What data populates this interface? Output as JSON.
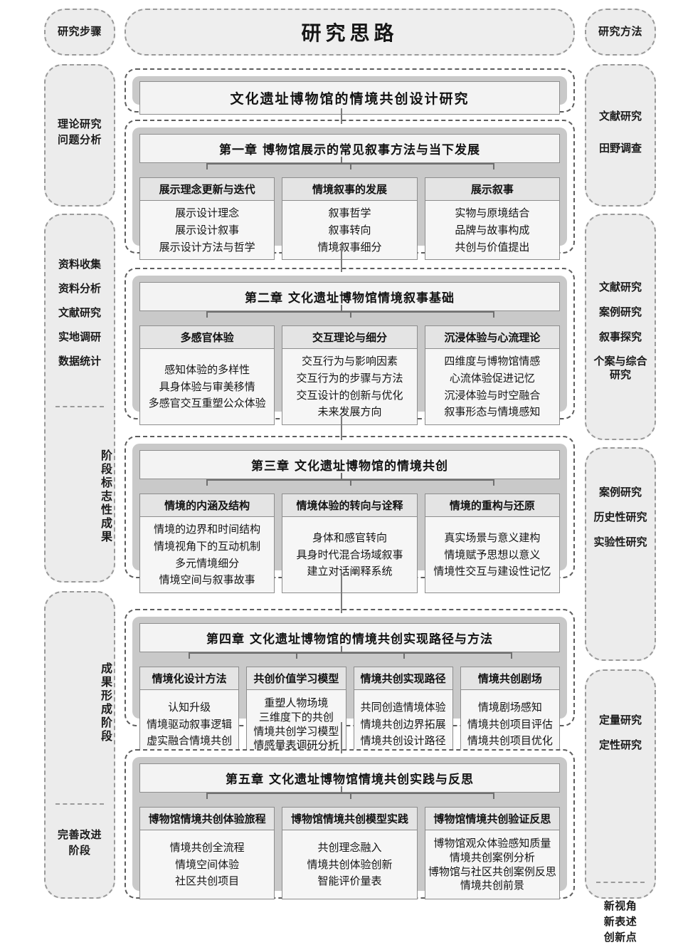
{
  "header": {
    "left_label": "研究步骤",
    "title": "研究思路",
    "right_label": "研究方法"
  },
  "thesis_title": "文化遗址博物馆的情境共创设计研究",
  "left_column": [
    {
      "name": "theory",
      "lines": [
        "理论研究",
        "问题分析"
      ]
    },
    {
      "name": "data-stage",
      "list": [
        "资料收集",
        "资料分析",
        "文献研究",
        "实地调研",
        "数据统计"
      ],
      "vertical_label": "阶段标志性成果"
    },
    {
      "name": "result-stage",
      "vertical_label": "成果形成阶段",
      "bottom_lines": [
        "完善改进",
        "阶段"
      ]
    }
  ],
  "right_column": [
    {
      "name": "methods-1",
      "list": [
        "文献研究",
        "田野调查"
      ]
    },
    {
      "name": "methods-2",
      "list": [
        "文献研究",
        "案例研究",
        "叙事探究",
        "个案与综合\n研究"
      ]
    },
    {
      "name": "methods-3",
      "list": [
        "案例研究",
        "历史性研究",
        "实验性研究"
      ]
    },
    {
      "name": "methods-4",
      "list": [
        "定量研究",
        "定性研究"
      ],
      "bottom_lines": [
        "新视角",
        "新表述",
        "创新点"
      ]
    }
  ],
  "chapters": [
    {
      "id": "ch1",
      "title": "第一章 博物馆展示的常见叙事方法与当下发展",
      "columns": [
        {
          "head": "展示理念更新与迭代",
          "items": [
            "展示设计理念",
            "展示设计叙事",
            "展示设计方法与哲学"
          ]
        },
        {
          "head": "情境叙事的发展",
          "items": [
            "叙事哲学",
            "叙事转向",
            "情境叙事细分"
          ]
        },
        {
          "head": "展示叙事",
          "items": [
            "实物与原境结合",
            "品牌与故事构成",
            "共创与价值提出"
          ]
        }
      ]
    },
    {
      "id": "ch2",
      "title": "第二章 文化遗址博物馆情境叙事基础",
      "columns": [
        {
          "head": "多感官体验",
          "items": [
            "感知体验的多样性",
            "具身体验与审美移情",
            "多感官交互重塑公众体验"
          ]
        },
        {
          "head": "交互理论与细分",
          "items": [
            "交互行为与影响因素",
            "交互行为的步骤与方法",
            "交互设计的创新与优化",
            "未来发展方向"
          ]
        },
        {
          "head": "沉浸体验与心流理论",
          "items": [
            "四维度与博物馆情感",
            "心流体验促进记忆",
            "沉浸体验与时空融合",
            "叙事形态与情境感知"
          ]
        }
      ]
    },
    {
      "id": "ch3",
      "title": "第三章 文化遗址博物馆的情境共创",
      "columns": [
        {
          "head": "情境的内涵及结构",
          "items": [
            "情境的边界和时间结构",
            "情境视角下的互动机制",
            "多元情境细分",
            "情境空间与叙事故事"
          ]
        },
        {
          "head": "情境体验的转向与诠释",
          "items": [
            "身体和感官转向",
            "具身时代混合场域叙事",
            "建立对话阐释系统"
          ]
        },
        {
          "head": "情境的重构与还原",
          "items": [
            "真实场景与意义建构",
            "情境赋予思想以意义",
            "情境性交互与建设性记忆"
          ]
        }
      ]
    },
    {
      "id": "ch4",
      "title": "第四章 文化遗址博物馆的情境共创实现路径与方法",
      "columns": [
        {
          "head": "情境化设计方法",
          "items": [
            "认知升级",
            "情境驱动叙事逻辑",
            "虚实融合情境共创"
          ]
        },
        {
          "head": "共创价值学习模型",
          "items": [
            "重塑人物场境",
            "三维度下的共创",
            "情境共创学习模型",
            "情感量表调研分析"
          ],
          "dense": true
        },
        {
          "head": "情境共创实现路径",
          "items": [
            "共同创造情境体验",
            "情境共创边界拓展",
            "情境共创设计路径"
          ]
        },
        {
          "head": "情境共创剧场",
          "items": [
            "情境剧场感知",
            "情境共创项目评估",
            "情境共创项目优化"
          ]
        }
      ]
    },
    {
      "id": "ch5",
      "title": "第五章 文化遗址博物馆情境共创实践与反思",
      "columns": [
        {
          "head": "博物馆情境共创体验旅程",
          "items": [
            "情境共创全流程",
            "情境空间体验",
            "社区共创项目"
          ]
        },
        {
          "head": "博物馆情境共创模型实践",
          "items": [
            "共创理念融入",
            "情境共创体验创新",
            "智能评价量表"
          ]
        },
        {
          "head": "博物馆情境共创验证反思",
          "items": [
            "博物馆观众体验感知质量",
            "情境共创案例分析",
            "博物馆与社区共创案例反思",
            "情境共创前景"
          ],
          "dense": true
        }
      ]
    }
  ],
  "colors": {
    "page_bg": "#ffffff",
    "capsule_bg": "#ececec",
    "capsule_border": "#9a9a9a",
    "block_border": "#5d5d5d",
    "block_inner": "#c9c9c9",
    "title_bg": "#f3f3f3",
    "col_head_bg": "#e4e4e4",
    "col_body_bg": "#f6f6f6",
    "connector": "#6f6f6f"
  }
}
